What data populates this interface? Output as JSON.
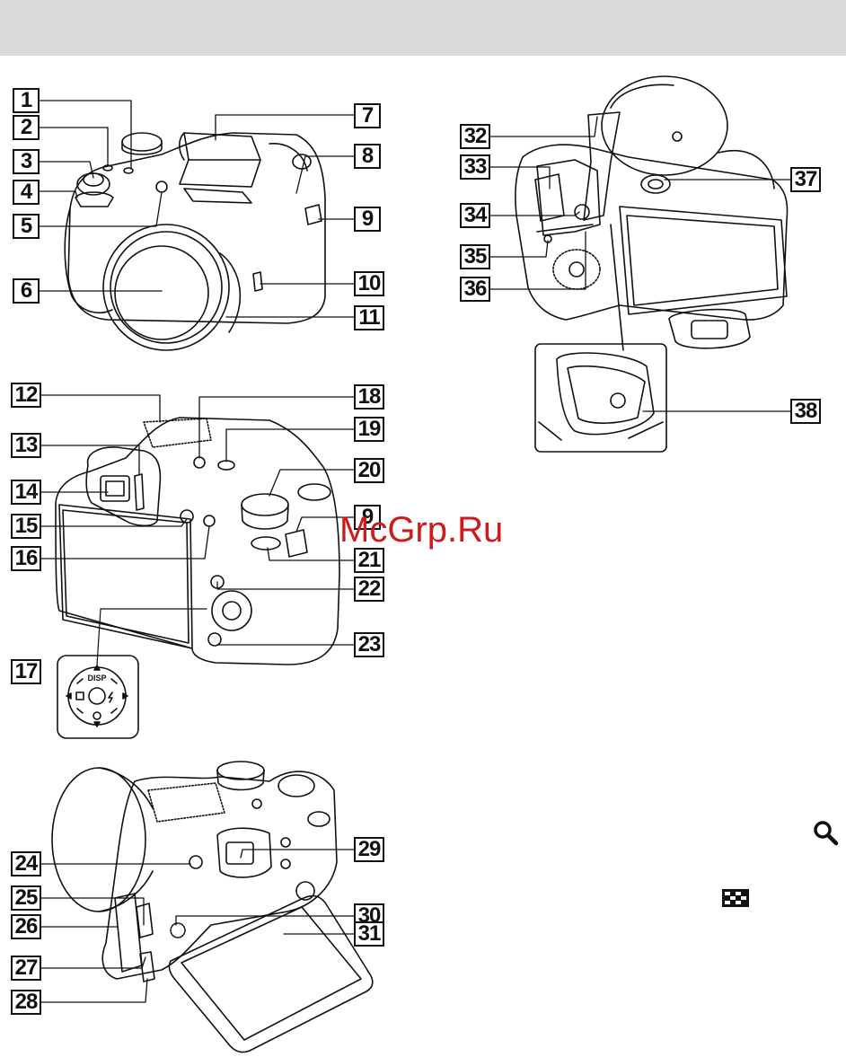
{
  "watermark": "McGrp.Ru",
  "dpad": {
    "top_label": "DISP"
  },
  "icons": {
    "search": "magnifier-icon",
    "index": "checkerboard-icon"
  },
  "callouts": {
    "c1": "1",
    "c2": "2",
    "c3": "3",
    "c4": "4",
    "c5": "5",
    "c6": "6",
    "c7": "7",
    "c8": "8",
    "c9a": "9",
    "c10": "10",
    "c11": "11",
    "c12": "12",
    "c13": "13",
    "c14": "14",
    "c15": "15",
    "c16": "16",
    "c17": "17",
    "c18": "18",
    "c19": "19",
    "c20": "20",
    "c9b": "9",
    "c21": "21",
    "c22": "22",
    "c23": "23",
    "c24": "24",
    "c25": "25",
    "c26": "26",
    "c27": "27",
    "c28": "28",
    "c29": "29",
    "c30": "30",
    "c31": "31",
    "c32": "32",
    "c33": "33",
    "c34": "34",
    "c35": "35",
    "c36": "36",
    "c37": "37",
    "c38": "38"
  },
  "colors": {
    "header_band": "#d9d9d9",
    "watermark": "#cc1b1b",
    "line": "#111111"
  }
}
